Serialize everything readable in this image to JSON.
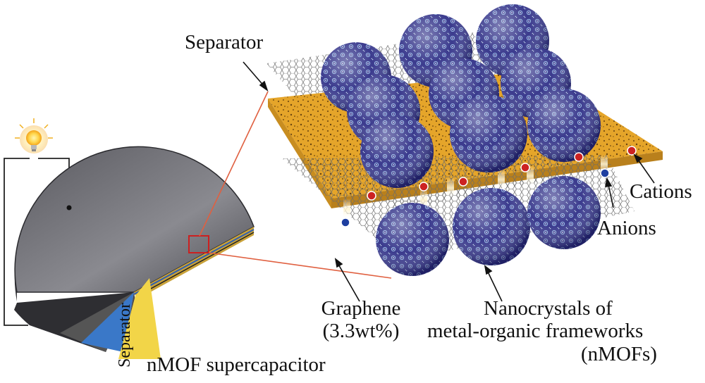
{
  "figure": {
    "labels": {
      "separator_top": "Separator",
      "cations": "Cations",
      "anions": "Anions",
      "graphene_line1": "Graphene",
      "graphene_line2": "(3.3wt%)",
      "nmof_line1": "Nanocrystals of",
      "nmof_line2": "metal-organic frameworks",
      "nmof_line3": "(nMOFs)",
      "device_caption": "nMOF supercapacitor",
      "separator_vertical": "Separator"
    },
    "colors": {
      "separator": "#e0a020",
      "sphere": "#3c3c8c",
      "cation": "#cc2222",
      "anion": "#1e3fa0",
      "electrode": "#6e6e74",
      "bulb": "#ffd54a",
      "highlight_box": "#cc2020"
    }
  }
}
